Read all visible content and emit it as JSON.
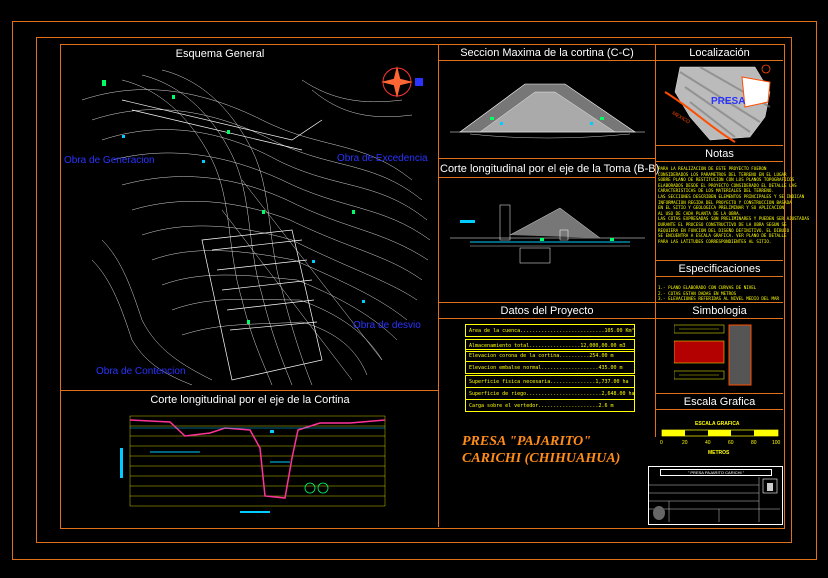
{
  "sheet": {
    "border_color": "#e0701a",
    "background": "#000000"
  },
  "panels": {
    "esquema_general": {
      "title": "Esquema General",
      "labels": {
        "generacion": "Obra de Generacion",
        "excedencia": "Obra de Excedencia",
        "desvio": "Obra de desvio",
        "contencion": "Obra de Contencion"
      }
    },
    "seccion_maxima": {
      "title": "Seccion Maxima de la cortina (C-C)"
    },
    "localizacion": {
      "title": "Localización",
      "map_label": "PRESA",
      "map_label2": "MEXICO"
    },
    "corte_toma": {
      "title": "Corte longitudinal por el eje de la Toma (B-B)"
    },
    "notas": {
      "title": "Notas",
      "text": "PARA LA REALIZACION DE ESTE PROYECTO FUERON\nCONSIDERADOS LOS PARAMETROS DEL TERRENO EN EL LUGAR\nSOBRE PLANO DE RESTITUCION CON LOS PLANOS TOPOGRAFICOS\nELABORADOS DESDE EL PROYECTO CONSIDERADO EL DETALLE LAS\nCARACTERISTICAS DE LOS MATERIALES DEL TERRENO.\nLAS SECCIONES DESCRIBEN ELEMENTOS PRINCIPALES Y SE INDICAN\nINFORMACION REGIDA DEL PROYECTO Y CONSTRUCCION BASADA\nEN EL SITIO Y GEOLOGICA PRELIMINAR Y SU APLICACION\nAL USO DE CADA PLANTA DE LA OBRA.\nLAS COTAS EXPRESADAS SON PRELIMINARES Y PUEDEN SER AJUSTADAS\nDURANTE EL PROCESO CONSTRUCTIVO DE LA OBRA SEGUN SE\nREQUIERA EN FUNCION DEL DISEÑO DEFINITIVO. EL DIBUJO\nSE ENCUENTRA A ESCALA GRAFICA. VER PLANO DE DETALLE\nPARA LAS LATITUDES CORRESPONDIENTES AL SITIO."
    },
    "especificaciones": {
      "title": "Especificaciones",
      "text": "1.- PLANO ELABORADO CON CURVAS DE NIVEL\n2.- COTAS ESTAN DADAS EN METROS\n3.- ELEVACIONES REFERIDAS AL NIVEL MEDIO DEL MAR"
    },
    "simbologia": {
      "title": "Simbologia"
    },
    "escala_grafica": {
      "title": "Escala Grafica",
      "label": "ESCALA GRAFICA",
      "ticks": [
        "0",
        "20",
        "40",
        "60",
        "80",
        "100"
      ],
      "unit": "METROS"
    },
    "corte_cortina": {
      "title": "Corte longitudinal por el eje de la Cortina"
    },
    "datos_proyecto": {
      "title": "Datos del Proyecto",
      "rows": [
        "Area de la cuenca............................105.00 Km²",
        "Almacenamiento total.................12,000,00.00 m3",
        "Elevacion corona de la cortina..........254.00 m",
        "Elevacion embalse normal...................435.00 m",
        "Superficie fisica necesaria...............1,737.00 ha",
        "Superficie de riego.........................2,648.00 ha",
        "Carga sobre el vertedor....................2.6 m"
      ]
    }
  },
  "project": {
    "name_line1": "PRESA \"PAJARITO\"",
    "name_line2": "CARICHI (CHIHUAHUA)"
  },
  "title_block": {
    "heading": "\" PRESA PAJARITO CARICHI \""
  }
}
